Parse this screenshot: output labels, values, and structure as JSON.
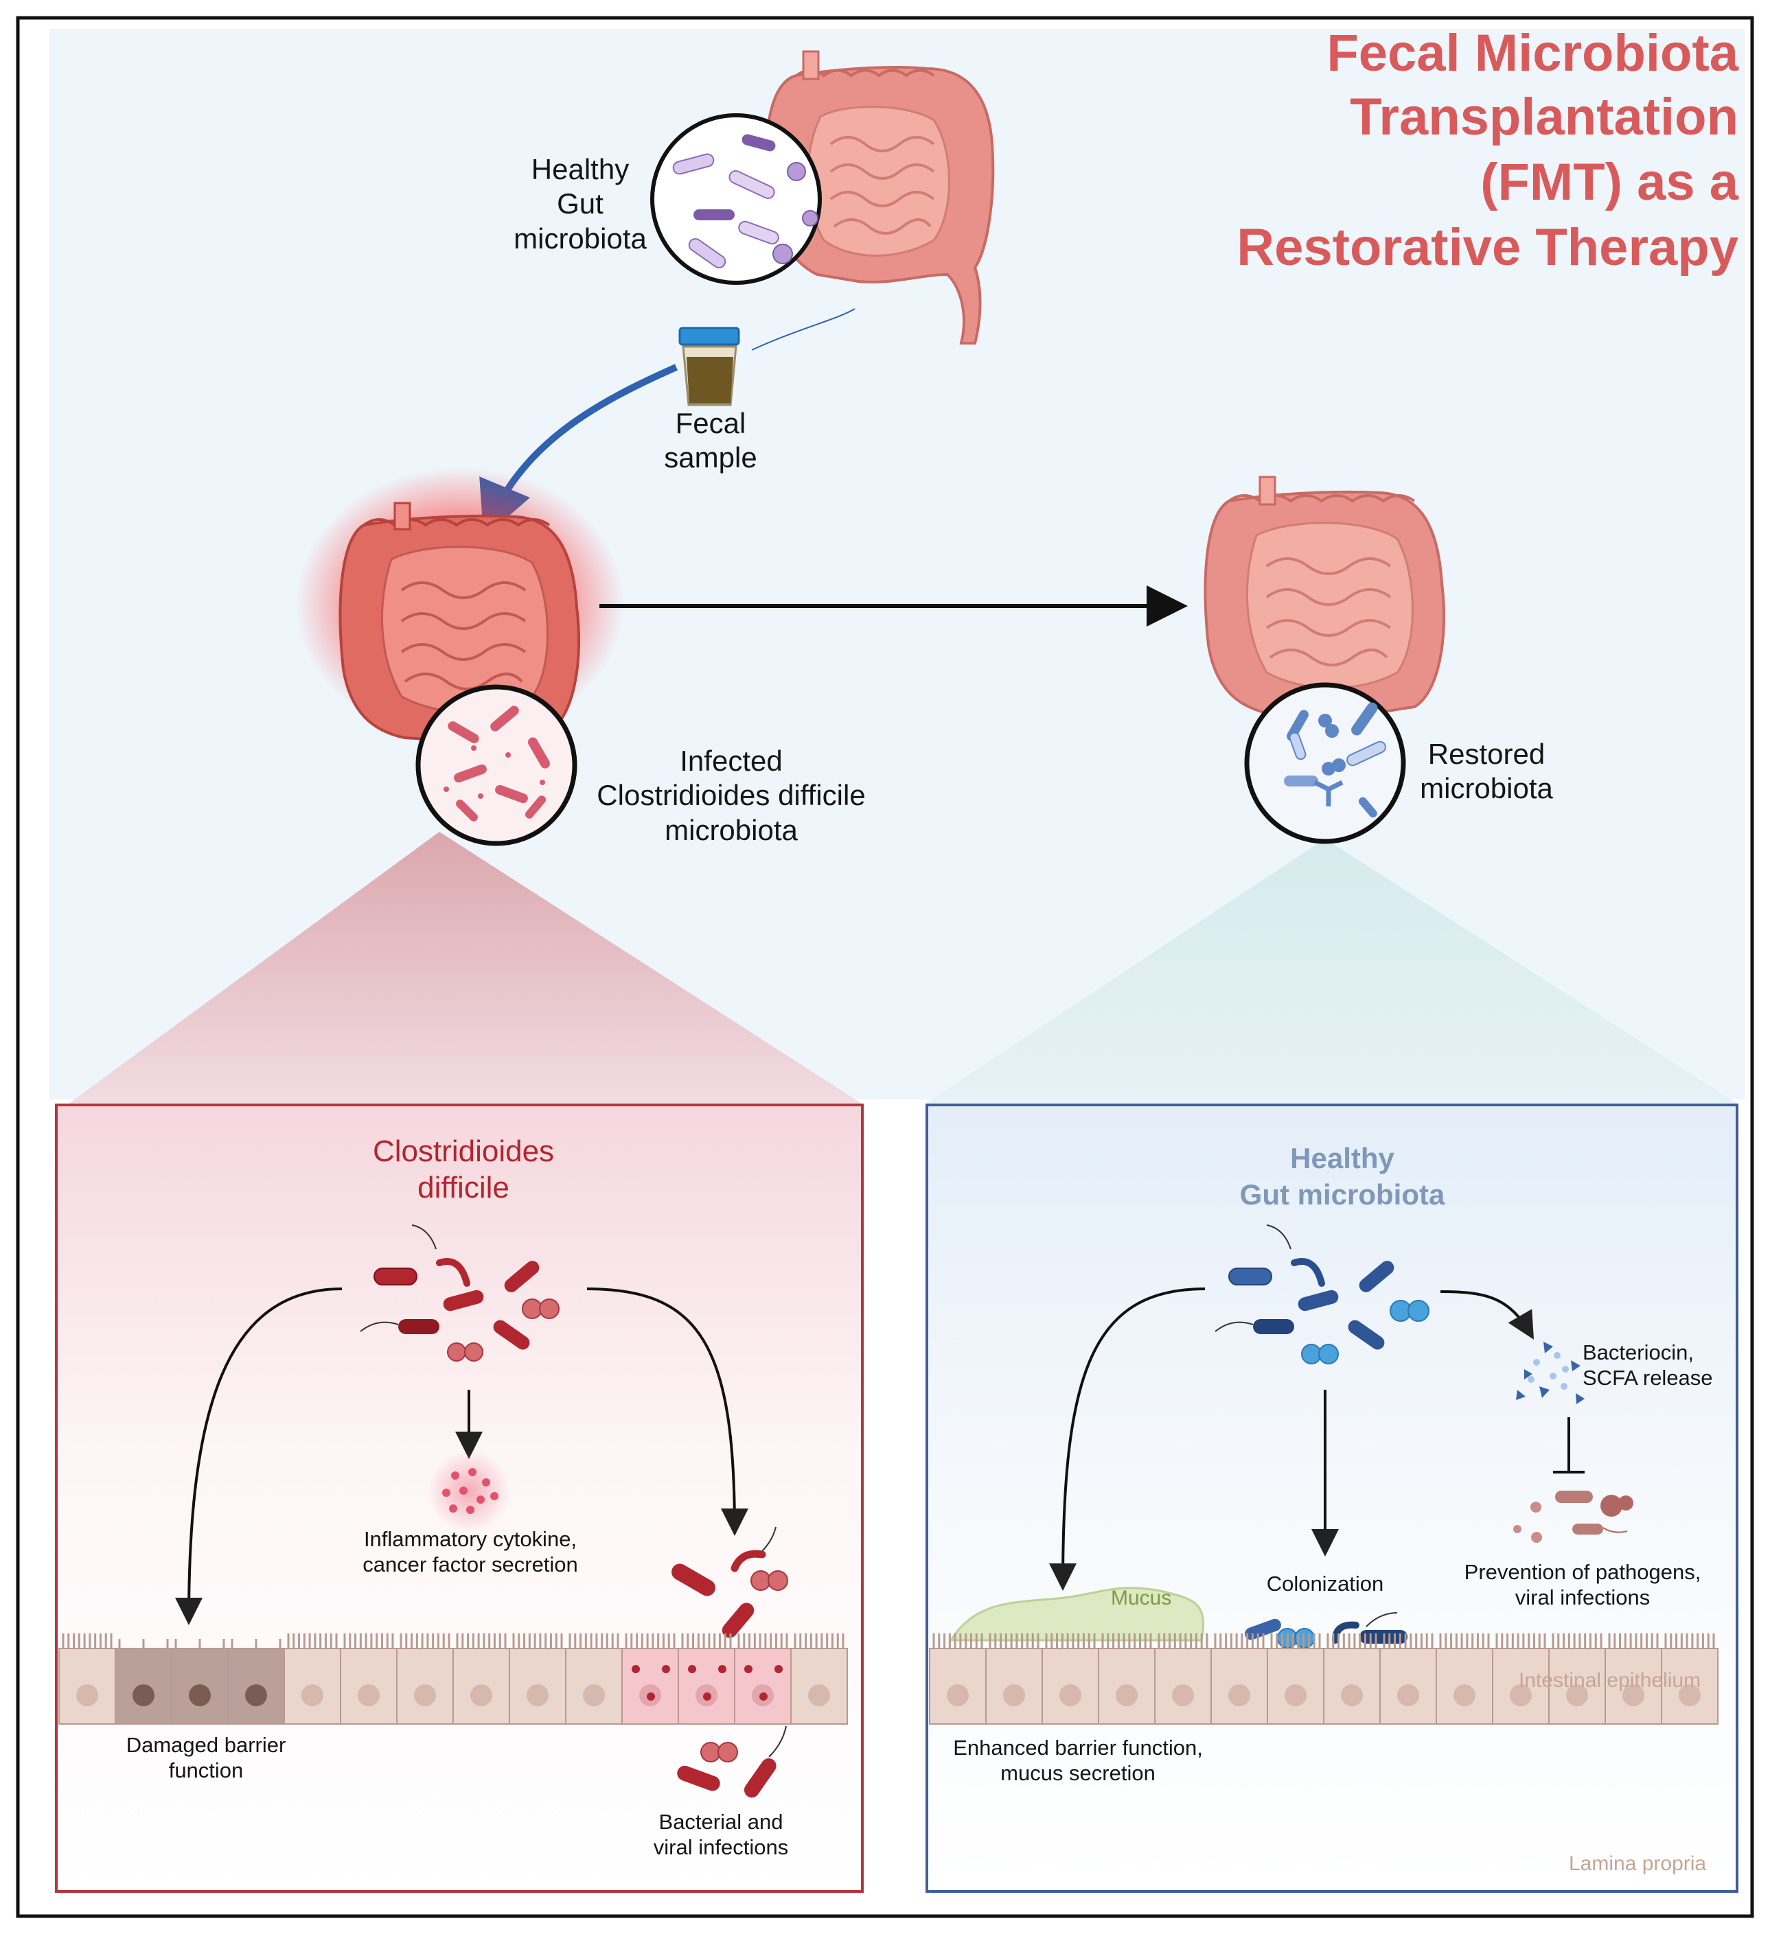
{
  "title": {
    "lines": [
      "Fecal Microbiota",
      "Transplantation",
      "(FMT) as a",
      "Restorative Therapy"
    ]
  },
  "top": {
    "healthy_gut_label": [
      "Healthy",
      "Gut",
      "microbiota"
    ],
    "fecal_sample_label": [
      "Fecal",
      "sample"
    ]
  },
  "middle": {
    "infected_label": [
      "Infected",
      "Clostridioides difficile",
      "microbiota"
    ],
    "restored_label": [
      "Restored",
      "microbiota"
    ]
  },
  "left_panel": {
    "heading": [
      "Clostridioides",
      "difficile"
    ],
    "cytokine_label": [
      "Inflammatory cytokine,",
      "cancer factor secretion"
    ],
    "damaged_label": [
      "Damaged barrier",
      "function"
    ],
    "infection_label": [
      "Bacterial and",
      "viral infections"
    ]
  },
  "right_panel": {
    "heading": [
      "Healthy",
      "Gut microbiota"
    ],
    "bacteriocin_label": [
      "Bacteriocin,",
      "SCFA release"
    ],
    "prevention_label": [
      "Prevention of pathogens,",
      "viral infections"
    ],
    "colonization_label": "Colonization",
    "mucus_label": "Mucus",
    "epithelium_label": "Intestinal epithelium",
    "barrier_label": [
      "Enhanced barrier function,",
      "mucus secretion"
    ],
    "lamina_label": "Lamina propria"
  },
  "colors": {
    "title": "#d85a5a",
    "background": "#eef6fc",
    "infected_red": "#b1262f",
    "healthy_blue": "#3a64a8",
    "arrow_blue": "#2f62b0",
    "cell_fill": "#ead6cc",
    "mucus_fill": "#dde9c3"
  },
  "icons": [
    "colon-icon",
    "fecal-sample-cup-icon",
    "bacteria-icon",
    "cytokine-icon",
    "bacteriocin-icon",
    "pathogen-icon"
  ]
}
